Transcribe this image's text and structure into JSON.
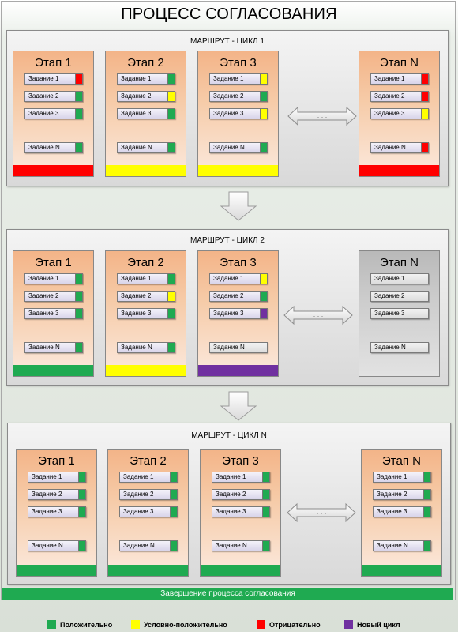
{
  "title": "ПРОЦЕСС СОГЛАСОВАНИЯ",
  "colors": {
    "green": "#1faa51",
    "yellow": "#ffff00",
    "red": "#ff0000",
    "purple": "#7030a0",
    "grey": "#c8c8c8"
  },
  "cycles": [
    {
      "title": "МАРШРУТ - ЦИКЛ 1",
      "stages": [
        {
          "title": "Этап 1",
          "status": "red",
          "tasks": [
            {
              "label": "Задание 1",
              "status": "red"
            },
            {
              "label": "Задание 2",
              "status": "green"
            },
            {
              "label": "Задание 3",
              "status": "green"
            },
            {
              "label": "Задание N",
              "status": "green"
            }
          ]
        },
        {
          "title": "Этап 2",
          "status": "yellow",
          "tasks": [
            {
              "label": "Задание 1",
              "status": "green"
            },
            {
              "label": "Задание 2",
              "status": "yellow"
            },
            {
              "label": "Задание 3",
              "status": "green"
            },
            {
              "label": "Задание N",
              "status": "green"
            }
          ]
        },
        {
          "title": "Этап 3",
          "status": "yellow",
          "tasks": [
            {
              "label": "Задание 1",
              "status": "yellow"
            },
            {
              "label": "Задание 2",
              "status": "green"
            },
            {
              "label": "Задание 3",
              "status": "yellow"
            },
            {
              "label": "Задание N",
              "status": "green"
            }
          ]
        },
        {
          "title": "Этап N",
          "status": "red",
          "tasks": [
            {
              "label": "Задание 1",
              "status": "red"
            },
            {
              "label": "Задание 2",
              "status": "red"
            },
            {
              "label": "Задание 3",
              "status": "yellow"
            },
            {
              "label": "Задание N",
              "status": "red"
            }
          ]
        }
      ]
    },
    {
      "title": "МАРШРУТ - ЦИКЛ 2",
      "stages": [
        {
          "title": "Этап 1",
          "status": "green",
          "tasks": [
            {
              "label": "Задание 1",
              "status": "green"
            },
            {
              "label": "Задание 2",
              "status": "green"
            },
            {
              "label": "Задание 3",
              "status": "green"
            },
            {
              "label": "Задание N",
              "status": "green"
            }
          ]
        },
        {
          "title": "Этап 2",
          "status": "yellow",
          "tasks": [
            {
              "label": "Задание 1",
              "status": "green"
            },
            {
              "label": "Задание 2",
              "status": "yellow"
            },
            {
              "label": "Задание 3",
              "status": "green"
            },
            {
              "label": "Задание N",
              "status": "green"
            }
          ]
        },
        {
          "title": "Этап 3",
          "status": "purple",
          "tasks": [
            {
              "label": "Задание 1",
              "status": "yellow"
            },
            {
              "label": "Задание 2",
              "status": "green"
            },
            {
              "label": "Задание 3",
              "status": "purple"
            },
            {
              "label": "Задание N",
              "status": "none"
            }
          ]
        },
        {
          "title": "Этап N",
          "status": "none",
          "tasks": [
            {
              "label": "Задание 1",
              "status": "none"
            },
            {
              "label": "Задание 2",
              "status": "none"
            },
            {
              "label": "Задание 3",
              "status": "none"
            },
            {
              "label": "Задание N",
              "status": "none"
            }
          ]
        }
      ]
    },
    {
      "title": "МАРШРУТ - ЦИКЛ N",
      "stages": [
        {
          "title": "Этап 1",
          "status": "green",
          "tasks": [
            {
              "label": "Задание 1",
              "status": "green"
            },
            {
              "label": "Задание 2",
              "status": "green"
            },
            {
              "label": "Задание 3",
              "status": "green"
            },
            {
              "label": "Задание N",
              "status": "green"
            }
          ]
        },
        {
          "title": "Этап 2",
          "status": "green",
          "tasks": [
            {
              "label": "Задание 1",
              "status": "green"
            },
            {
              "label": "Задание 2",
              "status": "green"
            },
            {
              "label": "Задание 3",
              "status": "green"
            },
            {
              "label": "Задание N",
              "status": "green"
            }
          ]
        },
        {
          "title": "Этап 3",
          "status": "green",
          "tasks": [
            {
              "label": "Задание 1",
              "status": "green"
            },
            {
              "label": "Задание 2",
              "status": "green"
            },
            {
              "label": "Задание 3",
              "status": "green"
            },
            {
              "label": "Задание N",
              "status": "green"
            }
          ]
        },
        {
          "title": "Этап N",
          "status": "green",
          "tasks": [
            {
              "label": "Задание 1",
              "status": "green"
            },
            {
              "label": "Задание 2",
              "status": "green"
            },
            {
              "label": "Задание 3",
              "status": "green"
            },
            {
              "label": "Задание N",
              "status": "green"
            }
          ]
        }
      ]
    }
  ],
  "final_label": "Завершение процесса согласования",
  "legend": [
    {
      "label": "Положительно",
      "status": "green"
    },
    {
      "label": "Условно-положительно",
      "status": "yellow"
    },
    {
      "label": "Отрицательно",
      "status": "red"
    },
    {
      "label": "Новый цикл",
      "status": "purple"
    }
  ]
}
